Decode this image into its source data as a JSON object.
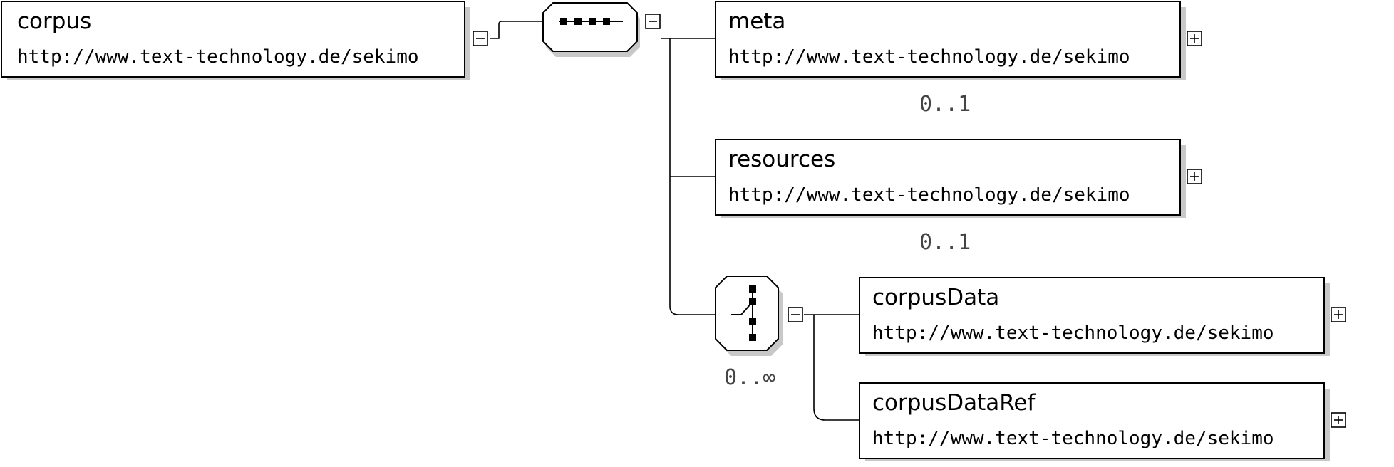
{
  "diagram": {
    "root": {
      "name": "corpus",
      "namespace": "http://www.text-technology.de/sekimo"
    },
    "sequence": {
      "icon": "sequence-compositor-icon"
    },
    "children": [
      {
        "name": "meta",
        "namespace": "http://www.text-technology.de/sekimo",
        "occurrence": "0..1"
      },
      {
        "name": "resources",
        "namespace": "http://www.text-technology.de/sekimo",
        "occurrence": "0..1"
      }
    ],
    "choice": {
      "icon": "choice-compositor-icon",
      "occurrence": "0..∞",
      "children": [
        {
          "name": "corpusData",
          "namespace": "http://www.text-technology.de/sekimo"
        },
        {
          "name": "corpusDataRef",
          "namespace": "http://www.text-technology.de/sekimo"
        }
      ]
    },
    "icons": {
      "collapse": "minus-box-icon",
      "expand": "plus-box-icon"
    }
  }
}
